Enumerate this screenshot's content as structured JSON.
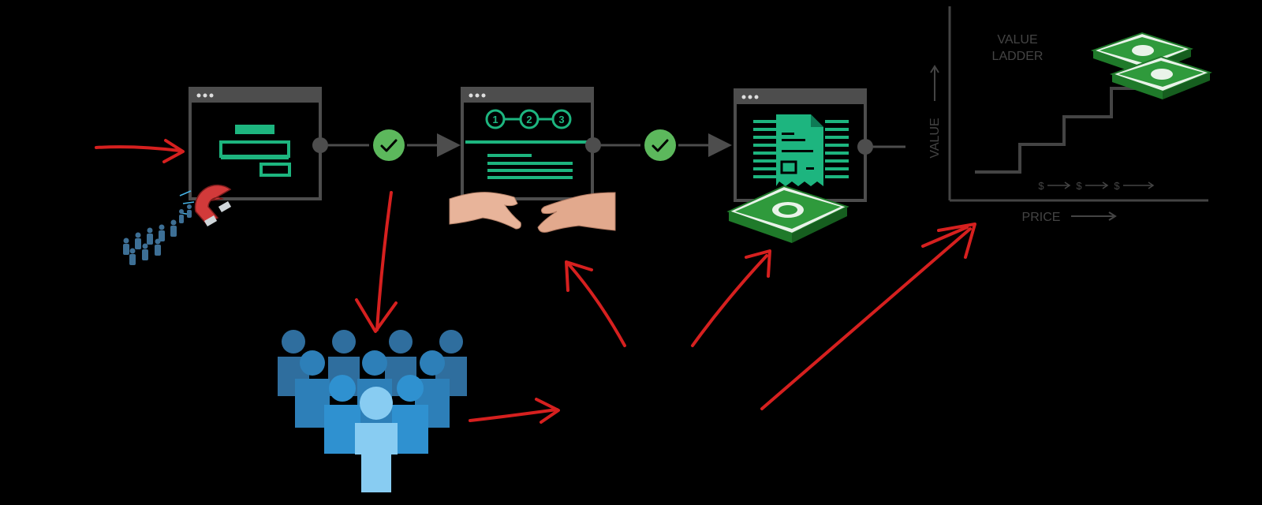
{
  "colors": {
    "background": "#000000",
    "window_frame": "#4d4d4d",
    "accent_green": "#1db57f",
    "check_green": "#5cb85c",
    "red_arrow": "#d6201f",
    "money_green": "#1f7a2a",
    "people_blue": "#2f7fb8",
    "people_light": "#88ccf2",
    "axis": "#444444"
  },
  "steps": [
    {
      "id": "lead-capture",
      "icon": "optin-page-icon"
    },
    {
      "id": "sales-page",
      "icon": "steps-page-icon"
    },
    {
      "id": "checkout",
      "icon": "invoice-page-icon"
    }
  ],
  "chart": {
    "title_line1": "VALUE",
    "title_line2": "LADDER",
    "y_axis_label": "VALUE",
    "x_axis_label": "PRICE",
    "step_labels": [
      "$",
      "$",
      "$"
    ]
  },
  "badges": {
    "step_numbers": [
      "1",
      "2",
      "3"
    ]
  }
}
